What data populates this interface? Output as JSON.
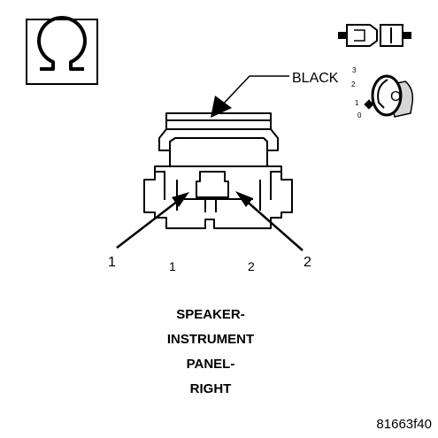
{
  "color_label": "BLACK",
  "key_position_numbers": [
    "3",
    "2",
    "1",
    "0"
  ],
  "key_letter": "O",
  "callouts": [
    "1",
    "2"
  ],
  "pin_numbers": [
    "1",
    "2"
  ],
  "title_lines": [
    "SPEAKER-",
    "INSTRUMENT",
    "PANEL-",
    "RIGHT"
  ],
  "figure_id": "81663f40",
  "icons": [
    "ohm-symbol-icon",
    "connector-plug-icon",
    "ignition-key-icon"
  ],
  "colors": {
    "ink": "#000000",
    "background": "#ffffff",
    "key_fill": "#d6d6d6"
  }
}
